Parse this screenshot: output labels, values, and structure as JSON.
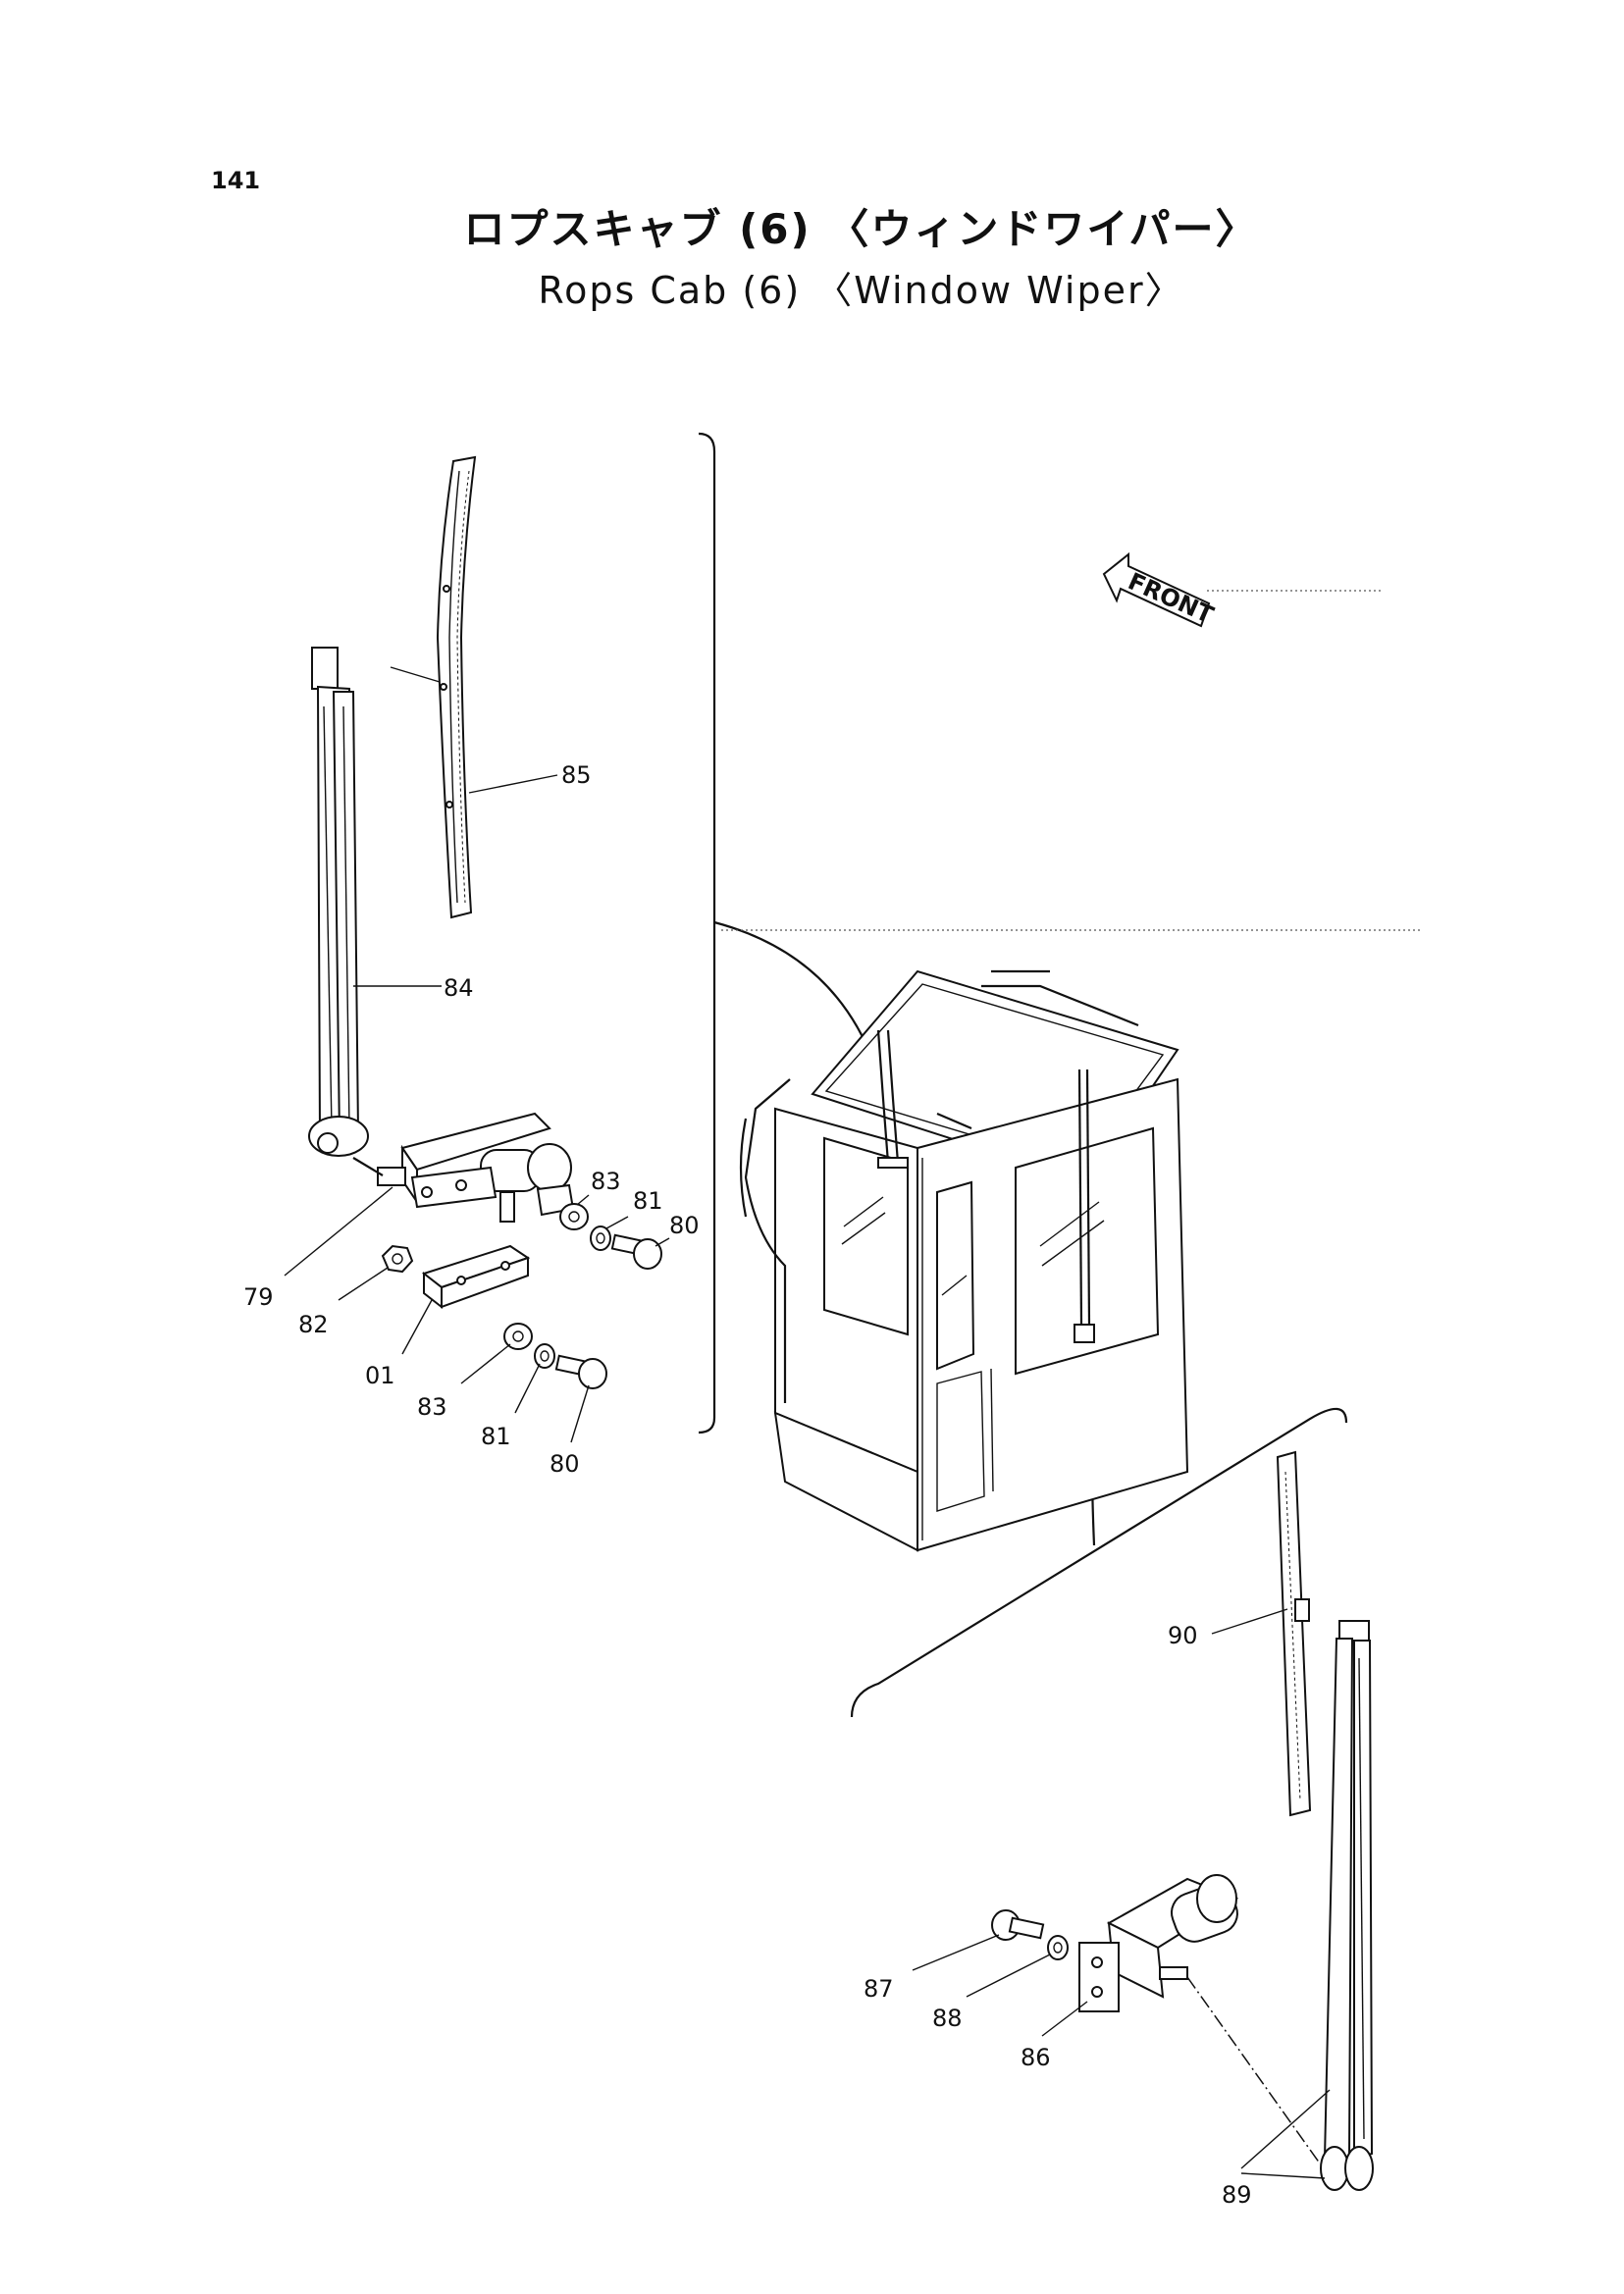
{
  "page": {
    "number": "141"
  },
  "title": {
    "japanese": "ロプスキャブ (6) 〈ウィンドワイパー〉",
    "english": "Rops Cab (6) 〈Window Wiper〉"
  },
  "direction_marker": {
    "label": "FRONT"
  },
  "callouts": {
    "c85": "85",
    "c84": "84",
    "c79": "79",
    "c82": "82",
    "c01": "01",
    "c83a": "83",
    "c81a": "81",
    "c80a": "80",
    "c83b": "83",
    "c81b": "81",
    "c80b": "80",
    "c90": "90",
    "c87": "87",
    "c88": "88",
    "c86": "86",
    "c89": "89"
  }
}
